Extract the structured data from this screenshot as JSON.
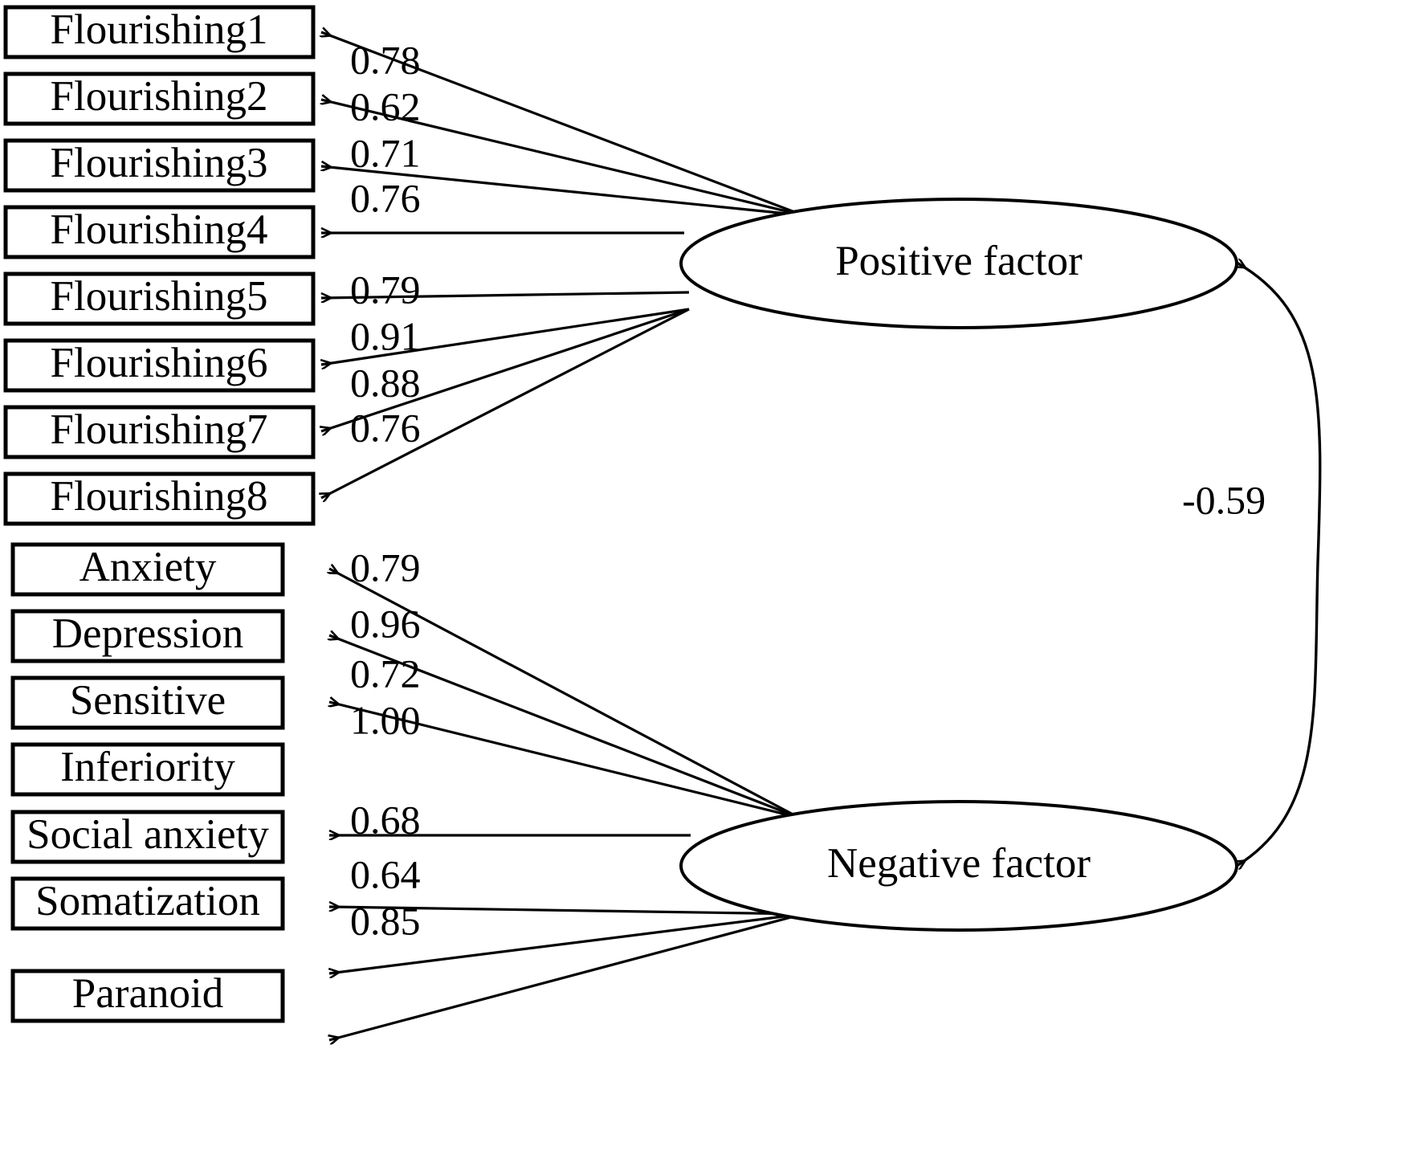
{
  "chart_data": {
    "type": "diagram",
    "title": "",
    "diagram_kind": "structural-equation-model-path-diagram",
    "latent_factors": [
      {
        "id": "positive",
        "label": "Positive factor"
      },
      {
        "id": "negative",
        "label": "Negative factor"
      }
    ],
    "observed_variables": [
      {
        "label": "Flourishing1",
        "factor": "positive",
        "loading": "0.78"
      },
      {
        "label": "Flourishing2",
        "factor": "positive",
        "loading": "0.62"
      },
      {
        "label": "Flourishing3",
        "factor": "positive",
        "loading": "0.71"
      },
      {
        "label": "Flourishing4",
        "factor": "positive",
        "loading": "0.76"
      },
      {
        "label": "Flourishing5",
        "factor": "positive",
        "loading": "0.79"
      },
      {
        "label": "Flourishing6",
        "factor": "positive",
        "loading": "0.91"
      },
      {
        "label": "Flourishing7",
        "factor": "positive",
        "loading": "0.88"
      },
      {
        "label": "Flourishing8",
        "factor": "positive",
        "loading": "0.76"
      },
      {
        "label": "Anxiety",
        "factor": "negative",
        "loading": "0.79"
      },
      {
        "label": "Depression",
        "factor": "negative",
        "loading": "0.96"
      },
      {
        "label": "Sensitive",
        "factor": "negative",
        "loading": "0.72"
      },
      {
        "label": "Inferiority",
        "factor": "negative",
        "loading": "1.00"
      },
      {
        "label": "Social anxiety",
        "factor": "negative",
        "loading": "0.68"
      },
      {
        "label": "Somatization",
        "factor": "negative",
        "loading": "0.64"
      },
      {
        "label": "Paranoid",
        "factor": "negative",
        "loading": "0.85"
      }
    ],
    "factor_correlation": {
      "from": "positive",
      "to": "negative",
      "value": "-0.59",
      "arrow": "double-headed"
    },
    "colors": {
      "stroke": "#000000",
      "fill": "#ffffff",
      "text": "#000000"
    }
  },
  "boxes": [
    {
      "label": "Flourishing1"
    },
    {
      "label": "Flourishing2"
    },
    {
      "label": "Flourishing3"
    },
    {
      "label": "Flourishing4"
    },
    {
      "label": "Flourishing5"
    },
    {
      "label": "Flourishing6"
    },
    {
      "label": "Flourishing7"
    },
    {
      "label": "Flourishing8"
    },
    {
      "label": "Anxiety"
    },
    {
      "label": "Depression"
    },
    {
      "label": "Sensitive"
    },
    {
      "label": "Inferiority"
    },
    {
      "label": "Social anxiety"
    },
    {
      "label": "Somatization"
    },
    {
      "label": "Paranoid"
    }
  ],
  "coefficients": [
    {
      "value": "0.78"
    },
    {
      "value": "0.62"
    },
    {
      "value": "0.71"
    },
    {
      "value": "0.76"
    },
    {
      "value": "0.79"
    },
    {
      "value": "0.91"
    },
    {
      "value": "0.88"
    },
    {
      "value": "0.76"
    },
    {
      "value": "0.79"
    },
    {
      "value": "0.96"
    },
    {
      "value": "0.72"
    },
    {
      "value": "1.00"
    },
    {
      "value": "0.68"
    },
    {
      "value": "0.64"
    },
    {
      "value": "0.85"
    }
  ],
  "factors": {
    "positive": {
      "label": "Positive factor"
    },
    "negative": {
      "label": "Negative factor"
    }
  },
  "correlation": {
    "value": "-0.59"
  }
}
